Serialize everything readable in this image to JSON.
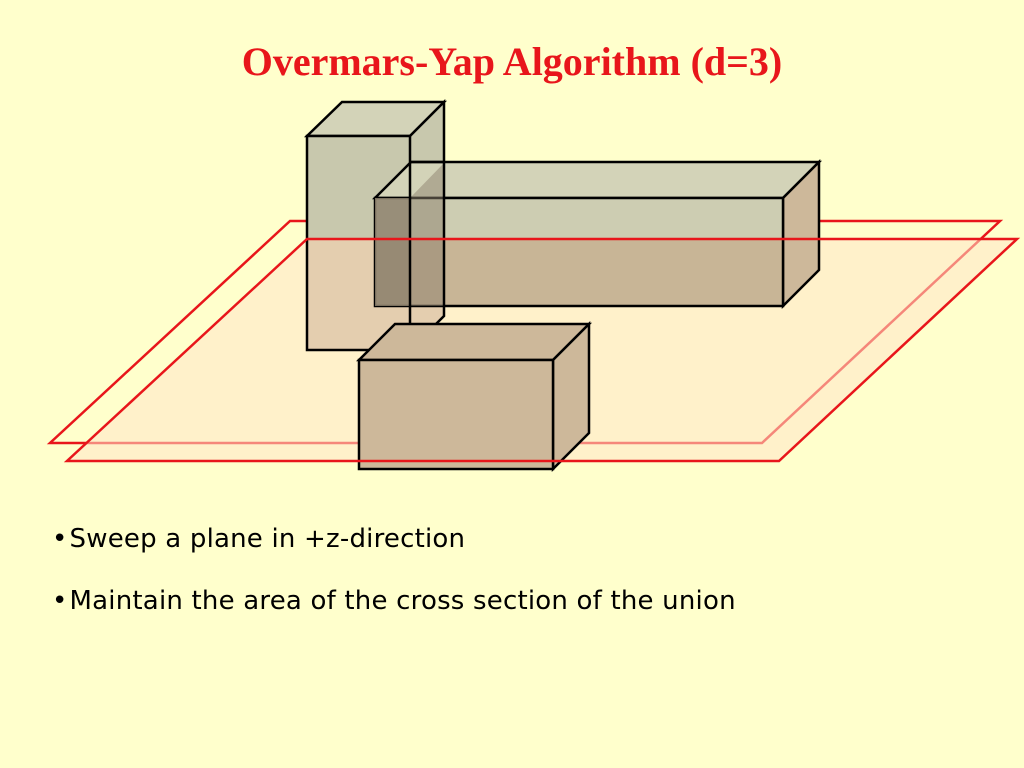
{
  "slide": {
    "title": "Overmars-Yap Algorithm (d=3)",
    "bullets": [
      "Sweep a plane in +z-direction",
      "Maintain the area of the cross section of the union"
    ]
  },
  "colors": {
    "background": "#FFFFCC",
    "title": "#E8161B",
    "plane_fill": "#FFE6C8",
    "plane_stroke": "#E8161B",
    "box_front": "#CDB89A",
    "box_top": "#D3D3B8",
    "box_side": "#CDB89A",
    "box_upper_front": "#C8C8AD",
    "box_lower_front": "#C4B190",
    "box_edge": "#000000"
  }
}
